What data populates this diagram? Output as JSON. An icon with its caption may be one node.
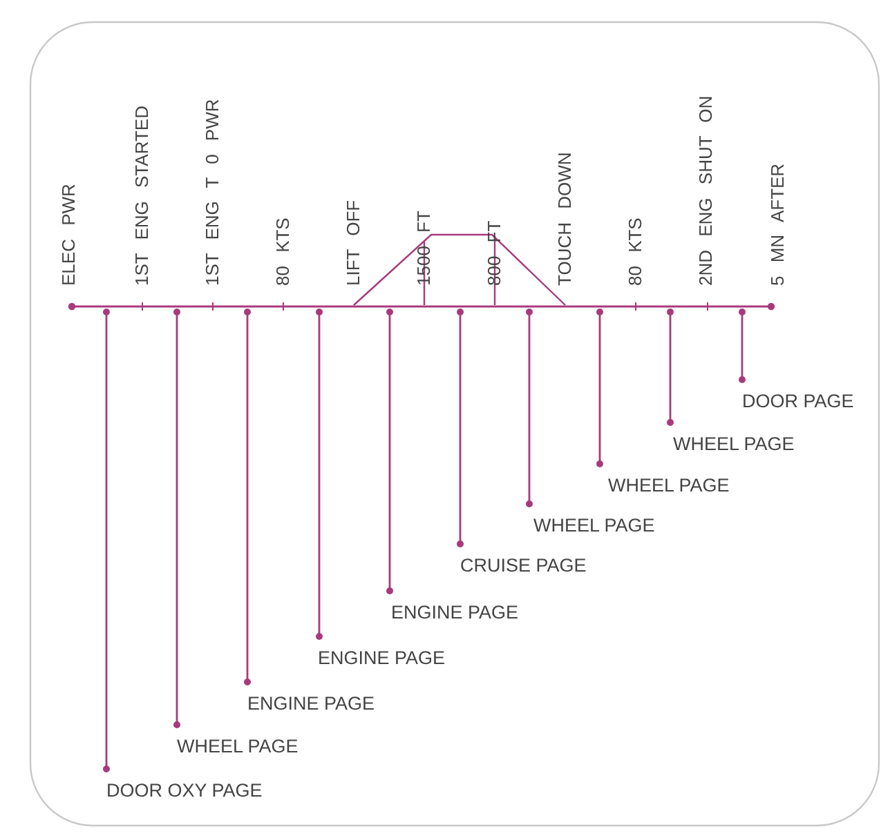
{
  "diagram": {
    "nodes": [
      {
        "text": [],
        "shape": "line"
      },
      {
        "text": [
          "DOOR OXY PAGE"
        ]
      },
      {
        "text": [
          "WHEEL PAGE"
        ]
      },
      {
        "text": [
          "ENGINE PAGE"
        ]
      },
      {
        "text": [
          "ENGINE PAGE"
        ]
      },
      {
        "text": [
          "ENGINE PAGE"
        ]
      },
      {
        "text": [
          "CRUISE PAGE"
        ]
      },
      {
        "text": [
          "WHEEL PAGE"
        ]
      },
      {
        "text": [
          "WHEEL PAGE"
        ]
      },
      {
        "text": [
          "WHEEL PAGE"
        ]
      },
      {
        "text": [
          "DOOR PAGE"
        ]
      }
    ],
    "edges": [
      {
        "from": 1,
        "to": 0,
        "arrow": "other"
      },
      {
        "from": 2,
        "to": 0,
        "arrow": "other"
      },
      {
        "from": 3,
        "to": 0,
        "arrow": "other"
      },
      {
        "from": 4,
        "to": 0,
        "arrow": "other"
      },
      {
        "from": 5,
        "to": 0,
        "arrow": "other"
      },
      {
        "from": 6,
        "to": 0,
        "arrow": "other"
      },
      {
        "from": 7,
        "to": 0,
        "arrow": "other"
      },
      {
        "from": 8,
        "to": 0,
        "arrow": "other"
      },
      {
        "from": 9,
        "to": 0,
        "arrow": "other"
      },
      {
        "from": 10,
        "to": 0,
        "arrow": "other"
      }
    ],
    "labels": [
      "ELEC PWR",
      "1ST ENG STARTED",
      "1ST ENG T 0 PWR",
      "80 KTS",
      "LIFT OFF",
      "1500 FT",
      "800 FT",
      "TOUCH DOWN",
      "80 KTS",
      "2ND ENG SHUT ON",
      "5 MN AFTER"
    ]
  }
}
